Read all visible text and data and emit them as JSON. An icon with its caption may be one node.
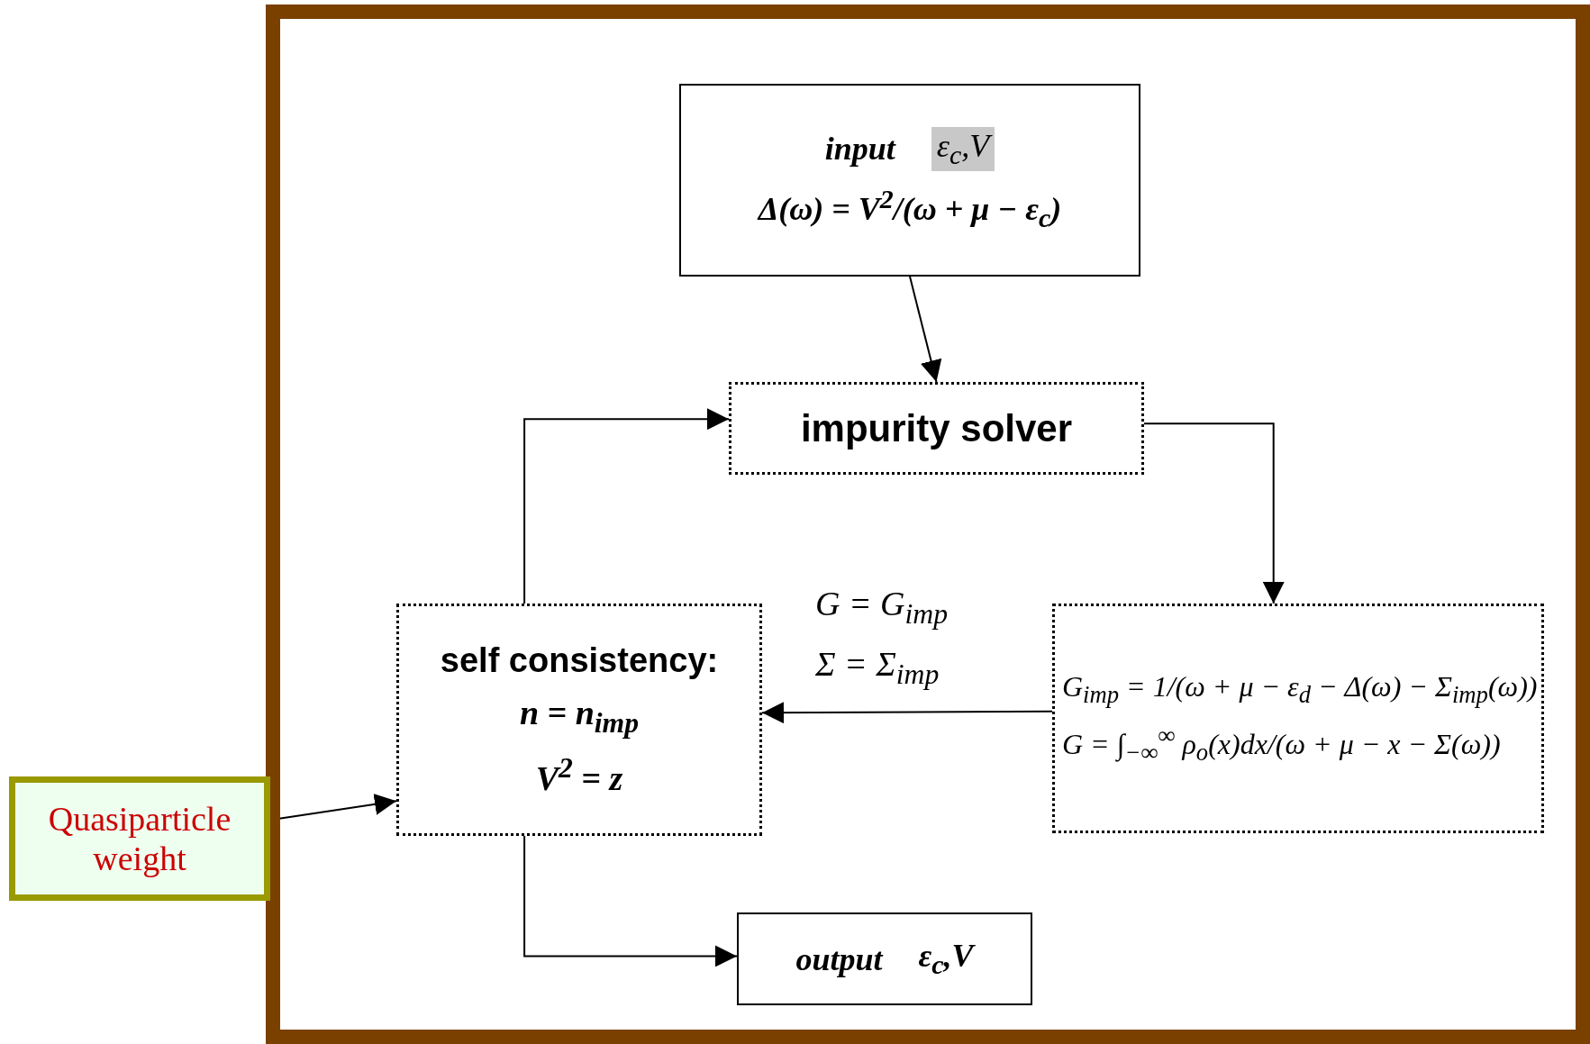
{
  "diagram": {
    "nodes": [
      {
        "text": [],
        "shape": "box"
      },
      {
        "text": [
          "input",
          "ε$_{c}$,V",
          "Δ(ω) = V$^{2}$/(ω + μ − ε$_{c}$)"
        ],
        "in": 0
      },
      {
        "text": [
          "impurity solver"
        ],
        "in": 0
      },
      {
        "text": [
          "G$_{imp}$ = 1/(ω + μ − ε$_{d}$ − Δ(ω) − Σ$_{imp}$(ω))",
          "G = ∫$_{−∞}$$^{∞}$ ρ$_{o}$(x)dx/(ω + μ − x − Σ(ω))"
        ],
        "in": 0
      },
      {
        "text": [
          "self consistency:",
          "n = n$_{imp}$",
          "V$^{2}$ = z"
        ],
        "in": 0
      },
      {
        "text": [
          "output",
          "ε$_{c}$,V"
        ],
        "in": 0
      },
      {
        "text": [
          "Quasiparticle weight"
        ]
      }
    ],
    "edges": [
      {
        "from": 1,
        "to": 2,
        "arrow": "to"
      },
      {
        "from": 2,
        "to": 3,
        "arrow": "to"
      },
      {
        "from": 3,
        "to": 4,
        "arrow": "to",
        "label": "G = G$_{imp}$ Σ = Σ$_{imp}$"
      },
      {
        "from": 4,
        "to": 2,
        "arrow": "to"
      },
      {
        "from": 4,
        "to": 5,
        "arrow": "to"
      },
      {
        "from": 6,
        "to": 4,
        "arrow": "to"
      }
    ]
  }
}
